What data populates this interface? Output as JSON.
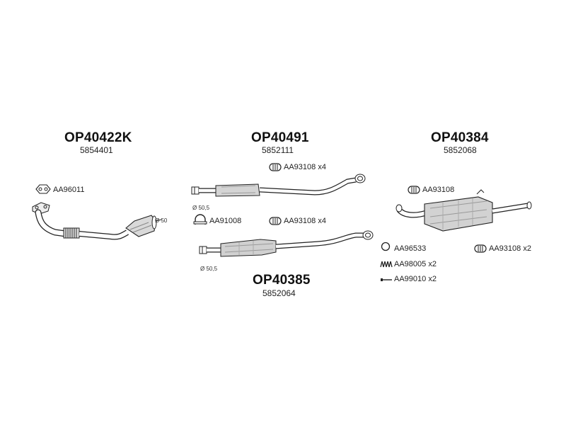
{
  "groups": [
    {
      "part_number": "OP40422K",
      "oem": "5854401",
      "diameter": "Ø 50",
      "accessories": [
        {
          "code": "AA96011",
          "icon": "gasket-icon"
        }
      ]
    },
    {
      "part_number": "OP40491",
      "oem": "5852111",
      "diameter": "Ø 50,5",
      "accessories": [
        {
          "code": "AA93108 x4",
          "icon": "clamp-ring-icon"
        },
        {
          "code": "AA91008",
          "icon": "u-clamp-icon"
        },
        {
          "code": "AA93108 x4",
          "icon": "clamp-ring-icon"
        }
      ]
    },
    {
      "part_number": "OP40385",
      "oem": "5852064",
      "diameter": "Ø 50,5"
    },
    {
      "part_number": "OP40384",
      "oem": "5852068",
      "accessories": [
        {
          "code": "AA93108",
          "icon": "clamp-ring-icon"
        },
        {
          "code": "AA96533",
          "icon": "rubber-ring-icon"
        },
        {
          "code": "AA93108 x2",
          "icon": "clamp-ring-icon"
        },
        {
          "code": "AA98005 x2",
          "icon": "spring-icon"
        },
        {
          "code": "AA99010 x2",
          "icon": "bolt-icon"
        }
      ]
    }
  ]
}
